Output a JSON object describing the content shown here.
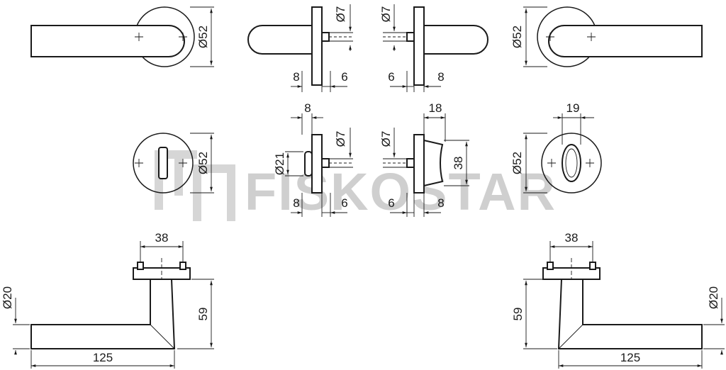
{
  "watermark": {
    "text": "FISKOSTAR",
    "logo": "fiskostar-logo-mark"
  },
  "dimensions": {
    "rose_diameter": "Ø52",
    "spindle_diameter": "Ø7",
    "knob_diameter": "Ø21",
    "rose_offset": "8",
    "spindle_offset": "6",
    "thumbturn_width": "8",
    "thumbturn_length": "18",
    "thumbturn_height": "38",
    "keyhole_width": "19",
    "screw_spacing": "38",
    "lever_diameter": "Ø20",
    "lever_height": "59",
    "lever_length": "125"
  },
  "colors": {
    "line": "#1a1a1a",
    "watermark": "#cfcfcf",
    "background": "#ffffff"
  }
}
